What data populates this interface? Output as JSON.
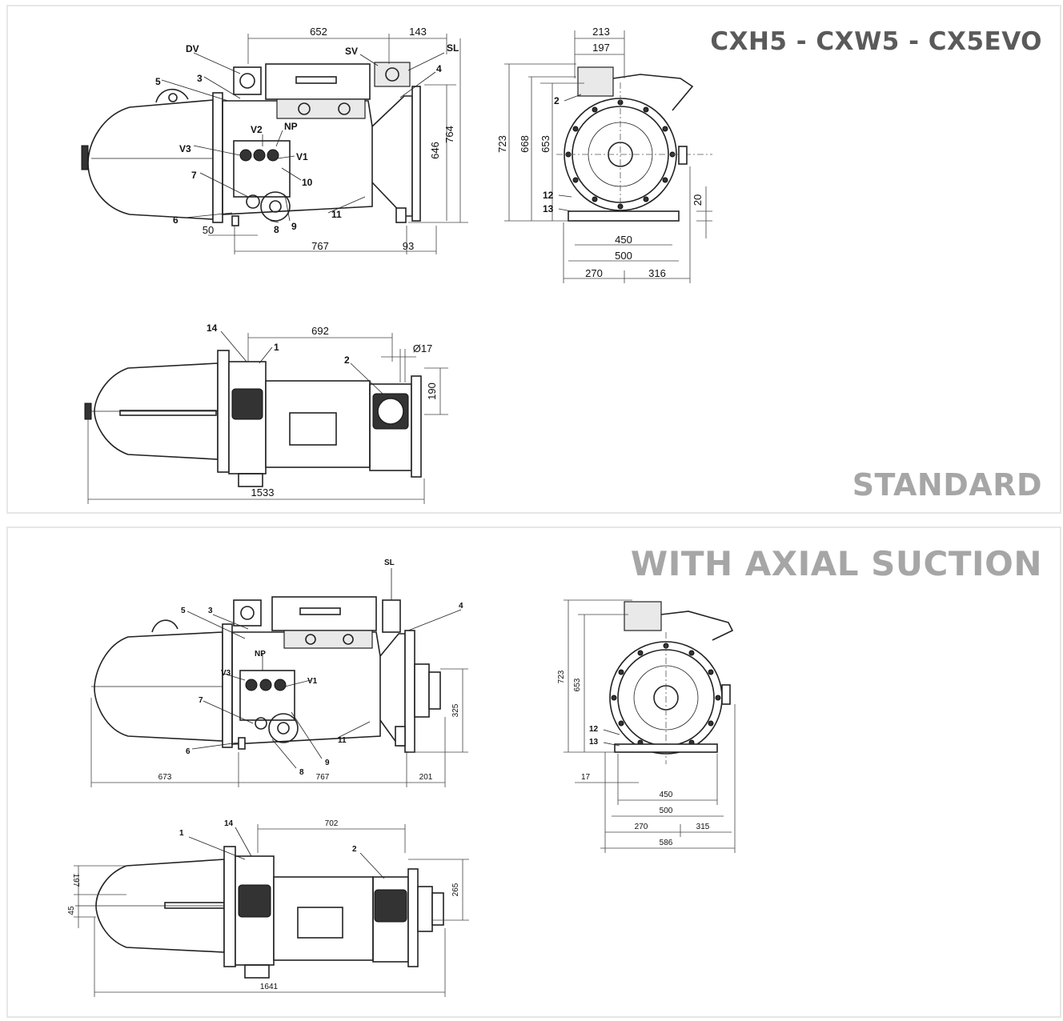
{
  "headings": {
    "title": "CXH5 - CXW5 - CX5EVO",
    "standard": "STANDARD",
    "axial": "WITH AXIAL SUCTION"
  },
  "standard": {
    "side": {
      "dims": {
        "d652": "652",
        "d143": "143",
        "d646": "646",
        "d764": "764",
        "d50": "50",
        "d767": "767",
        "d93": "93"
      },
      "labels": {
        "dv": "DV",
        "sv": "SV",
        "sl": "SL",
        "n3": "3",
        "n4": "4",
        "n5": "5",
        "v2": "V2",
        "np": "NP",
        "v3": "V3",
        "v1": "V1",
        "n7": "7",
        "n10": "10",
        "n6": "6",
        "n11": "11",
        "n9": "9",
        "n8": "8"
      }
    },
    "end": {
      "dims": {
        "d213": "213",
        "d197": "197",
        "d723": "723",
        "d668": "668",
        "d653": "653",
        "d20": "20",
        "d450": "450",
        "d500": "500",
        "d270": "270",
        "d316": "316"
      },
      "labels": {
        "n2": "2",
        "n12": "12",
        "n13": "13"
      }
    },
    "top": {
      "dims": {
        "d692": "692",
        "phi17": "Ø17",
        "d190": "190",
        "d1533": "1533"
      },
      "labels": {
        "n14": "14",
        "n1": "1",
        "n2": "2"
      }
    }
  },
  "axial": {
    "side": {
      "dims": {
        "d325": "325",
        "d673": "673",
        "d767": "767",
        "d201": "201"
      },
      "labels": {
        "sl": "SL",
        "n3": "3",
        "n4": "4",
        "n5": "5",
        "np": "NP",
        "v3": "V3",
        "v1": "V1",
        "n7": "7",
        "n6": "6",
        "n11": "11",
        "n9": "9",
        "n8": "8"
      }
    },
    "end": {
      "dims": {
        "d723": "723",
        "d653": "653",
        "d17": "17",
        "d450": "450",
        "d500": "500",
        "d270": "270",
        "d315": "315",
        "d586": "586"
      },
      "labels": {
        "n12": "12",
        "n13": "13"
      }
    },
    "top": {
      "dims": {
        "d702": "702",
        "d197": "197",
        "d45": "45",
        "d265": "265",
        "d1641": "1641"
      },
      "labels": {
        "n14": "14",
        "n1": "1",
        "n2": "2"
      }
    }
  }
}
